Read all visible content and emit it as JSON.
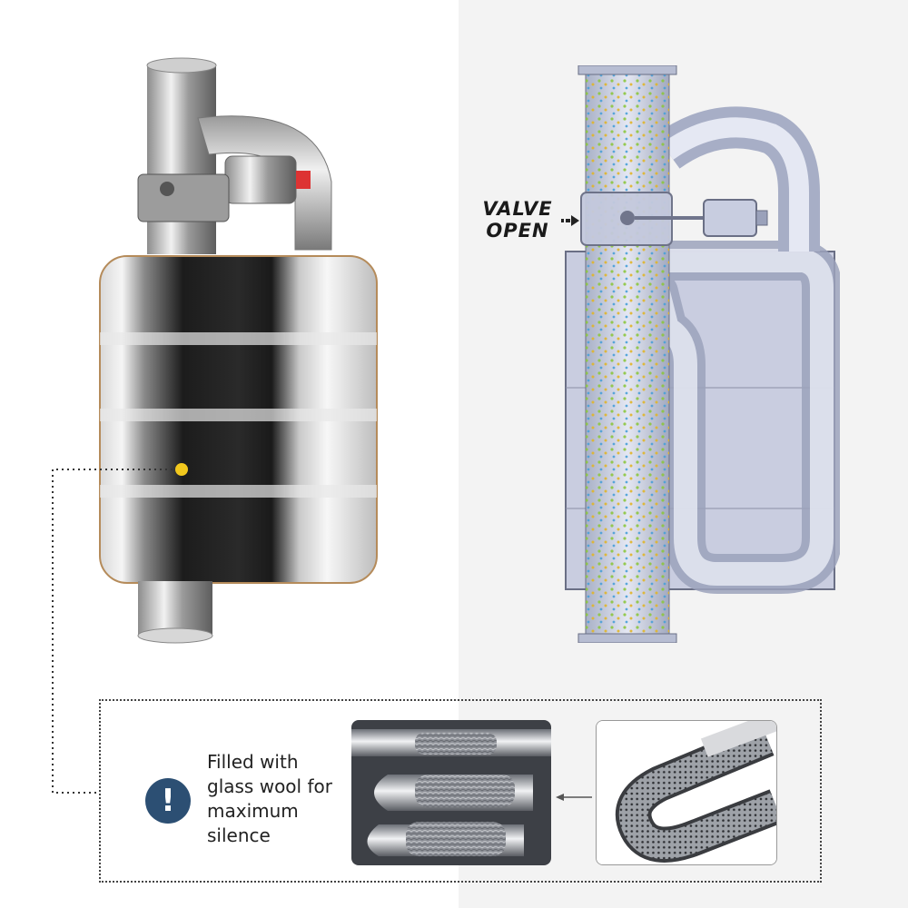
{
  "diagram": {
    "valve_label": [
      "VALVE",
      "OPEN"
    ]
  },
  "note": {
    "text": "Filled with glass wool for maximum silence",
    "icon": "exclamation-icon"
  },
  "colors": {
    "badge": "#2c4f73",
    "marker_dot": "#f2c81d",
    "canvas_right": "#f3f3f3"
  }
}
